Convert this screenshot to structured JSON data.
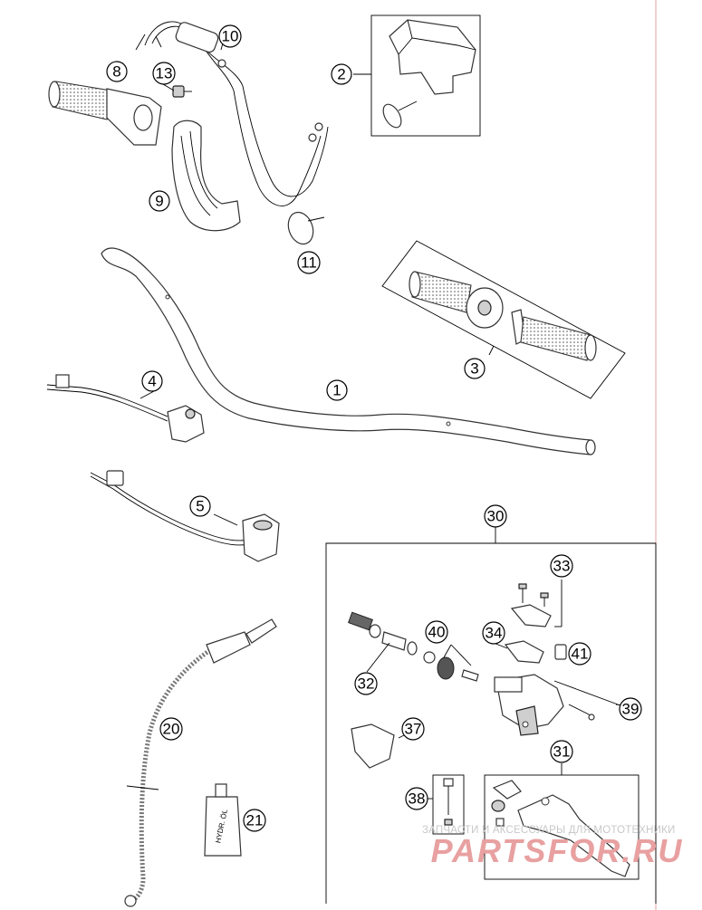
{
  "diagram": {
    "callouts": [
      {
        "id": "c1",
        "label": "1"
      },
      {
        "id": "c2",
        "label": "2"
      },
      {
        "id": "c3",
        "label": "3"
      },
      {
        "id": "c4",
        "label": "4"
      },
      {
        "id": "c5",
        "label": "5"
      },
      {
        "id": "c8",
        "label": "8"
      },
      {
        "id": "c9",
        "label": "9"
      },
      {
        "id": "c10",
        "label": "10"
      },
      {
        "id": "c11",
        "label": "11"
      },
      {
        "id": "c13",
        "label": "13"
      },
      {
        "id": "c20",
        "label": "20"
      },
      {
        "id": "c21",
        "label": "21"
      },
      {
        "id": "c30",
        "label": "30"
      },
      {
        "id": "c31",
        "label": "31"
      },
      {
        "id": "c32",
        "label": "32"
      },
      {
        "id": "c33",
        "label": "33"
      },
      {
        "id": "c34",
        "label": "34"
      },
      {
        "id": "c37",
        "label": "37"
      },
      {
        "id": "c38",
        "label": "38"
      },
      {
        "id": "c39",
        "label": "39"
      },
      {
        "id": "c40",
        "label": "40"
      },
      {
        "id": "c41",
        "label": "41"
      }
    ],
    "bottle_label": "HYDR. ÖL"
  },
  "watermark": {
    "tagline": "ЗАПЧАСТИ И АКСЕССУАРЫ ДЛЯ МОТОТЕХНИКИ",
    "brand": "PARTSFOR.RU"
  },
  "colors": {
    "line": "#000000",
    "margin_rule": "#e08a8a",
    "watermark_brand": "#e8a0a0",
    "watermark_text": "#c8c8c8"
  }
}
